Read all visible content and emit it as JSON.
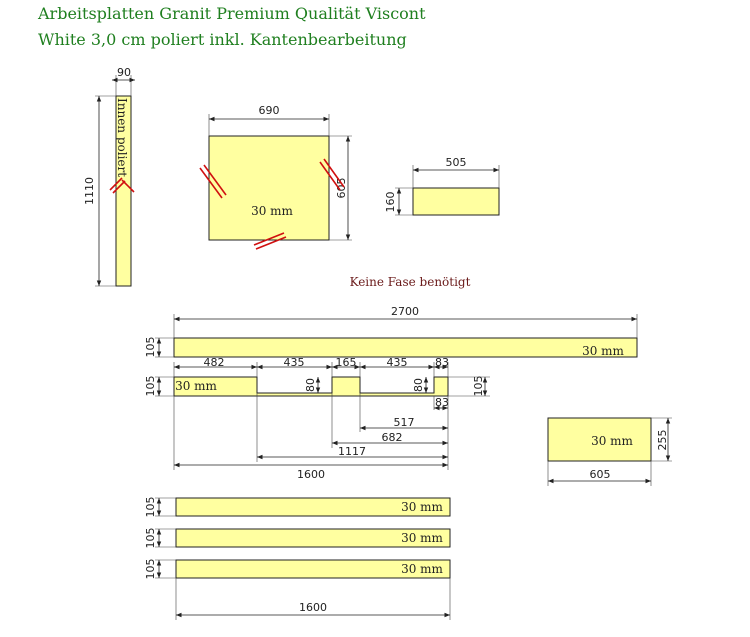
{
  "title": {
    "line1": "Arbeitsplatten Granit Premium Qualität Viscont",
    "line2": "White 3,0 cm poliert inkl. Kantenbearbeitung"
  },
  "colors": {
    "title": "#1f7f1f",
    "plate_fill": "#ffffa0",
    "edge_mark": "#d01010",
    "note": "#6a1a1a"
  },
  "note": "Keine Fase benötigt",
  "panels": {
    "tall": {
      "width": "90",
      "height": "1110",
      "label": "Innen poliert"
    },
    "square": {
      "width": "690",
      "height": "605",
      "thickness": "30 mm"
    },
    "small": {
      "width": "505",
      "height": "160"
    },
    "long": {
      "width": "2700",
      "height": "105",
      "thickness": "30 mm"
    },
    "cutout": {
      "height": "105",
      "thickness": "30 mm",
      "segments": [
        "482",
        "435",
        "165",
        "435",
        "83"
      ],
      "notch_depths": [
        "80",
        "80"
      ],
      "right_height": "105",
      "right_small": "83",
      "chain": [
        "517",
        "682",
        "1117",
        "1600"
      ]
    },
    "side": {
      "width": "605",
      "height": "255",
      "thickness": "30 mm"
    },
    "strips": {
      "heights": [
        "105",
        "105",
        "105"
      ],
      "thickness": [
        "30 mm",
        "30 mm",
        "30 mm"
      ],
      "width": "1600"
    }
  }
}
